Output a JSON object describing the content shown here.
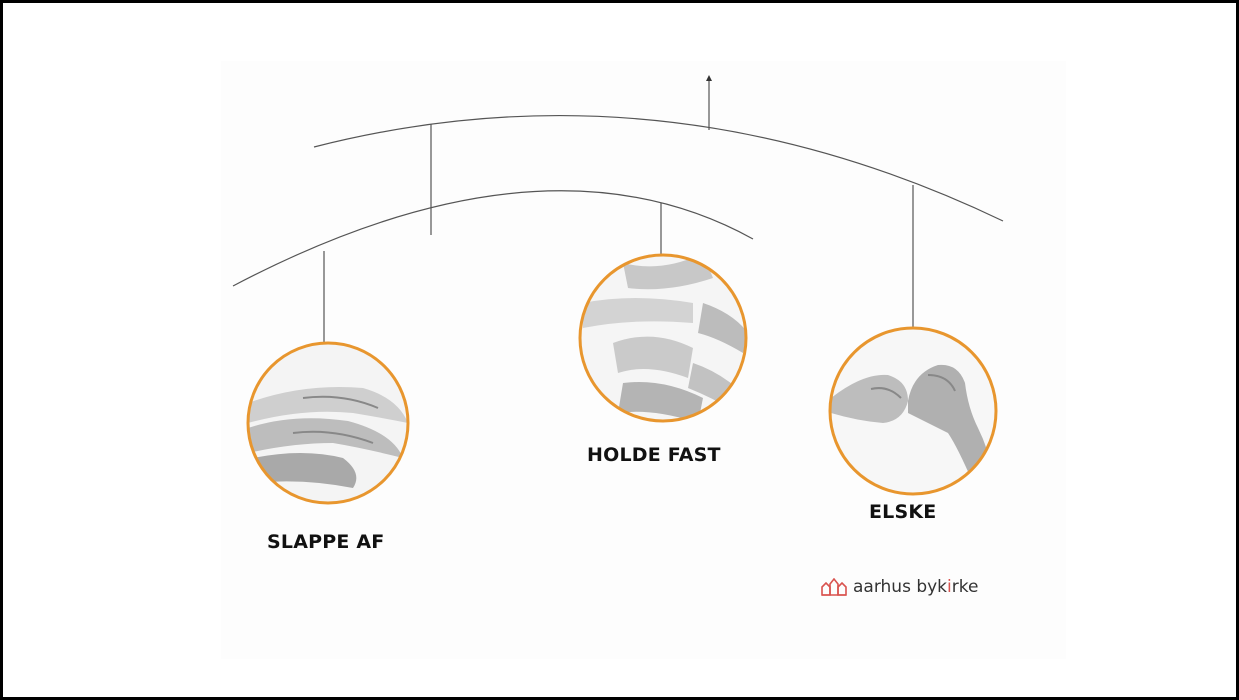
{
  "items": [
    {
      "label": "SLAPPE AF",
      "photo_icon": "stacked-hands-icon"
    },
    {
      "label": "HOLDE FAST",
      "photo_icon": "many-hands-together-icon"
    },
    {
      "label": "ELSKE",
      "photo_icon": "heart-hands-icon"
    }
  ],
  "logo": {
    "pre": "aarhus byk",
    "accent": "i",
    "post": "rke",
    "icon": "church-icon",
    "accent_color": "#d9534f"
  },
  "colors": {
    "ring": "#e8962e",
    "line": "#555555",
    "text": "#111111"
  }
}
